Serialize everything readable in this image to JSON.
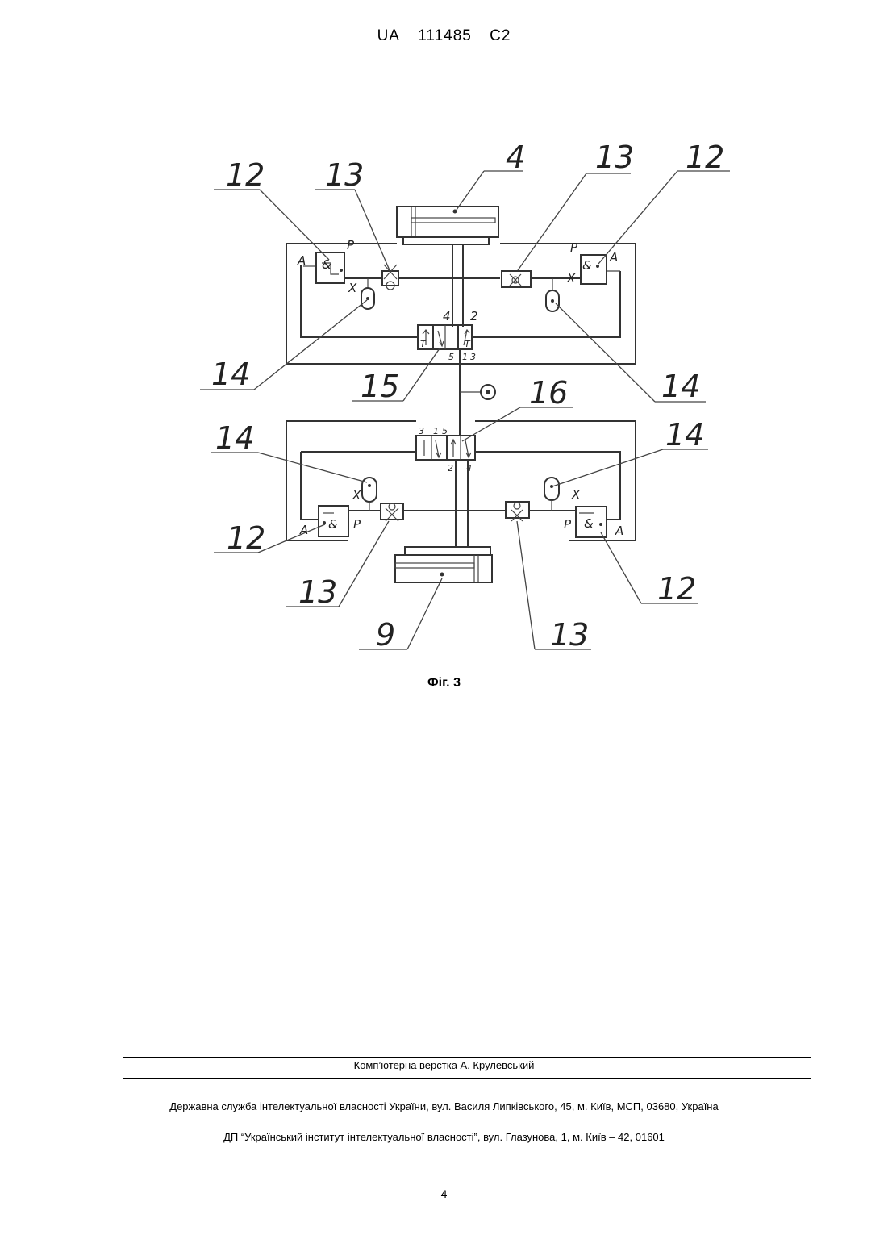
{
  "header": {
    "country": "UA",
    "number": "111485",
    "kind": "C2"
  },
  "figure": {
    "caption": "Фіг. 3",
    "labels": {
      "cyl_top": "4",
      "cyl_bottom": "9",
      "logic_element": "12",
      "check_valve": "13",
      "reservoir": "14",
      "valve_top": "15",
      "valve_bottom": "16",
      "port_a": "A",
      "port_p": "P",
      "port_x": "X",
      "and_symbol": "&",
      "port_t": "T",
      "p1": "1",
      "p2": "2",
      "p3": "3",
      "p4": "4",
      "p5": "5"
    }
  },
  "footer": {
    "layout_credit": "Комп’ютерна верстка А. Крулевський",
    "agency": "Державна служба інтелектуальної власності України, вул. Василя Липківського, 45, м. Київ, МСП, 03680, Україна",
    "enterprise": "ДП “Український інститут інтелектуальної власності”, вул. Глазунова, 1, м. Київ – 42, 01601"
  },
  "page_number": "4"
}
